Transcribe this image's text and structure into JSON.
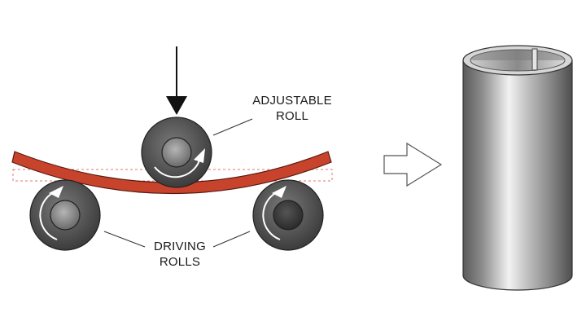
{
  "labels": {
    "adjustable_roll": [
      "ADJUSTABLE",
      "ROLL"
    ],
    "driving_rolls": [
      "DRIVING",
      "ROLLS"
    ]
  },
  "colors": {
    "plate": "#c8432c",
    "plate_outline": "#5a1a10",
    "roll_body": "#555555",
    "roll_hub": "#8a8a8a",
    "arrow": "#111111",
    "dashed_outline": "#e07a6a",
    "cylinder": "#a8a8a8"
  },
  "icons": {
    "force_arrow": "down-arrow-icon",
    "rotation": "rotation-arrow-icon",
    "process_arrow": "right-arrow-outline-icon"
  }
}
